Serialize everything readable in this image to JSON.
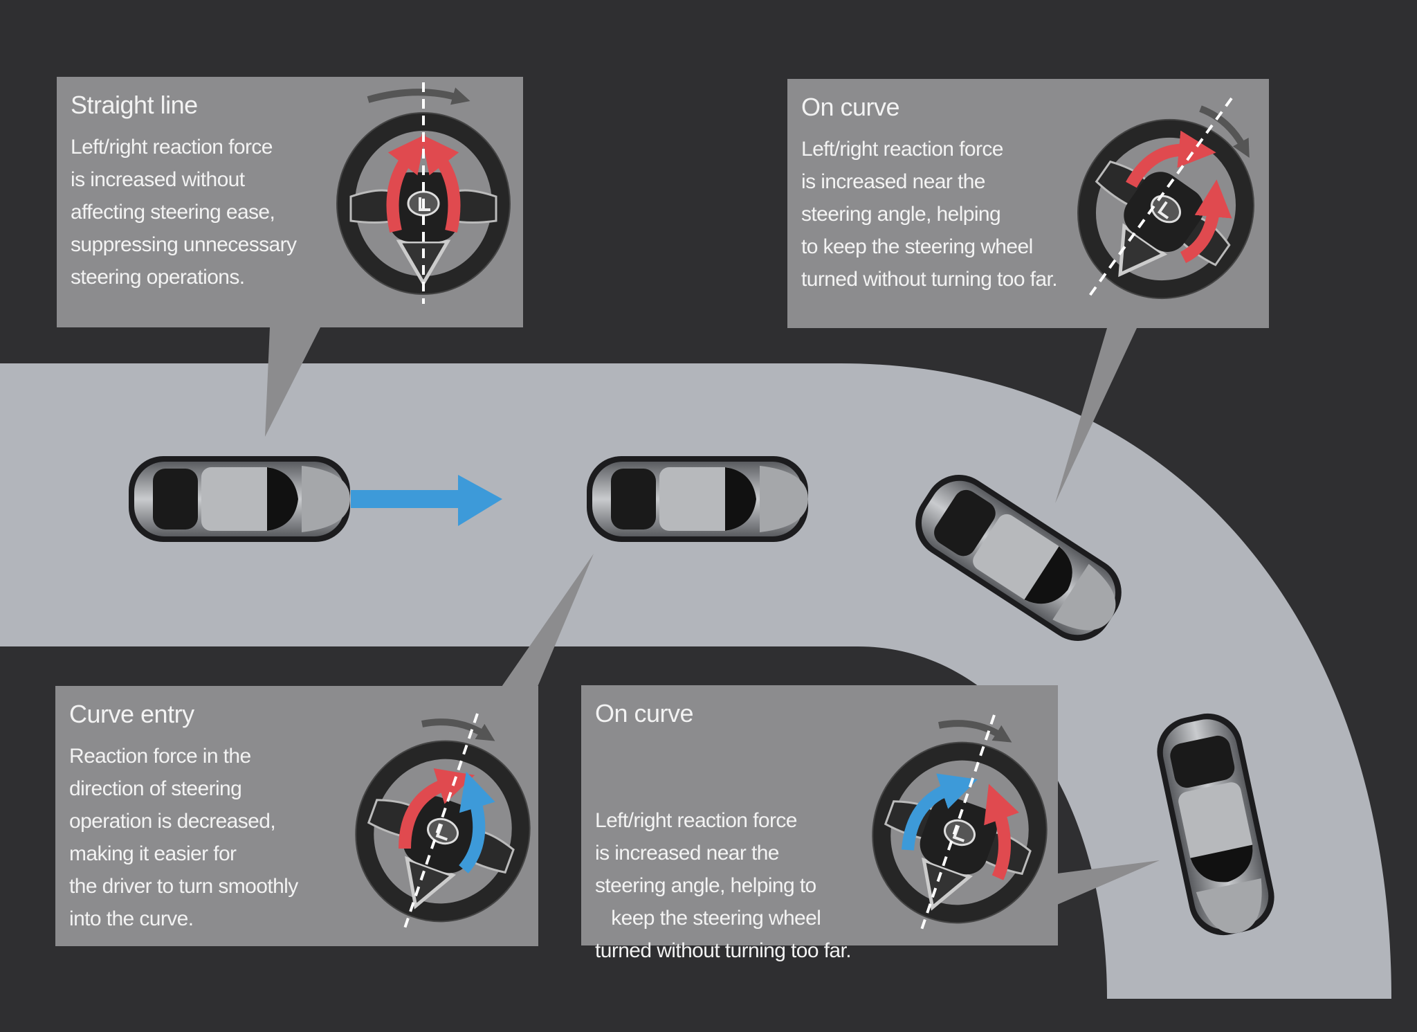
{
  "colors": {
    "background": "#2f2f31",
    "road": "#b2b5bb",
    "panel": "#8c8c8e",
    "increase_arrow": "#e04a4f",
    "decrease_arrow": "#3d9ad9",
    "direction_arrow": "#3d9ad9"
  },
  "panels": [
    {
      "title": "Straight line",
      "lines": [
        "Left/right reaction force",
        "is increased without",
        "affecting steering ease,",
        "suppressing unnecessary",
        "steering operations."
      ]
    },
    {
      "title": "On curve",
      "lines": [
        "Left/right reaction force",
        "is increased near the",
        "steering angle, helping",
        "to keep the steering wheel",
        "turned without turning too far."
      ]
    },
    {
      "title": "Curve entry",
      "lines": [
        "Reaction force in the",
        "direction of steering",
        "operation is decreased,",
        "making it easier for",
        "the driver to turn smoothly",
        "into the curve."
      ]
    },
    {
      "title": "On curve",
      "lines": [
        "Left/right reaction force",
        "is increased near the",
        "steering angle, helping to",
        "   keep the steering wheel",
        "turned without turning too far."
      ]
    }
  ]
}
